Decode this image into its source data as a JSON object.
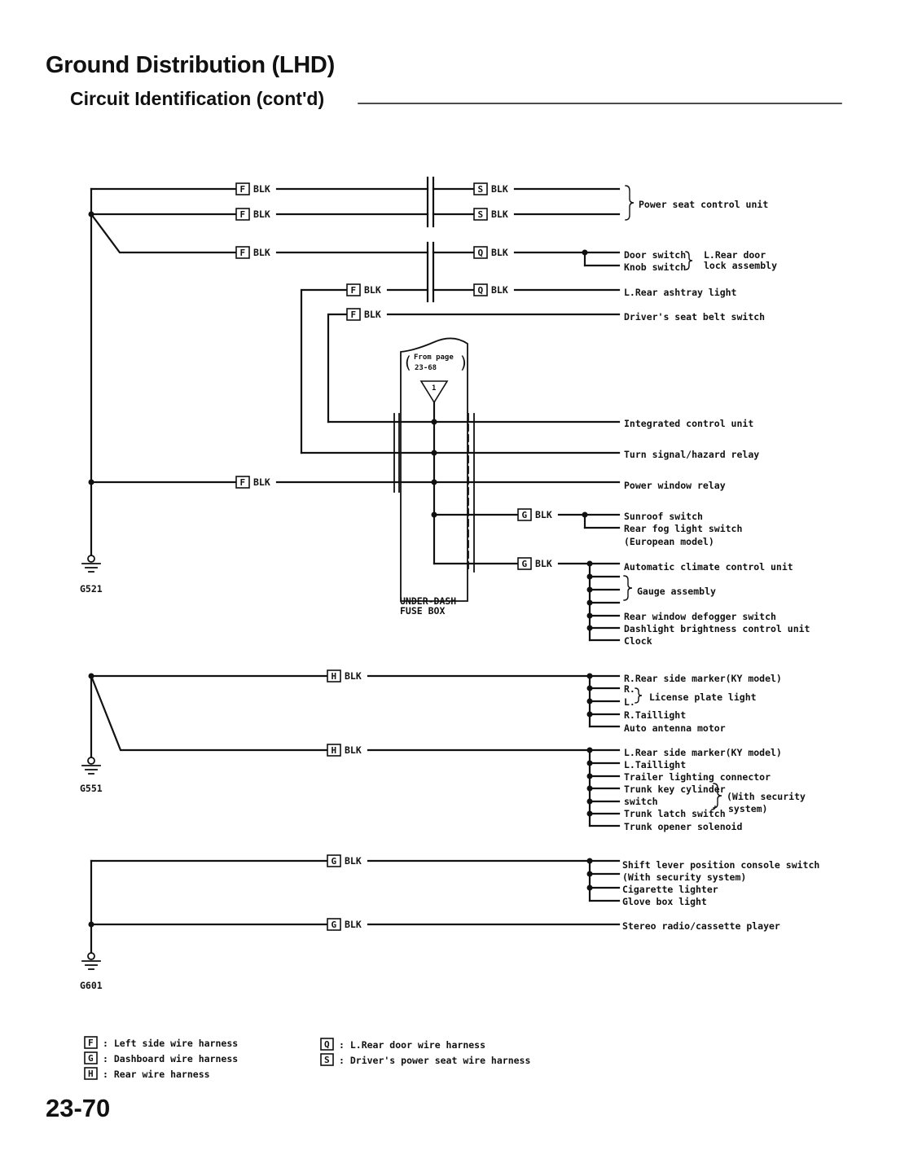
{
  "header": {
    "title": "Ground Distribution (LHD)",
    "subtitle": "Circuit Identification (cont'd)"
  },
  "page_number": "23-70",
  "wire_color": "BLK",
  "grounds": [
    "G521",
    "G551",
    "G601"
  ],
  "fuse_box": {
    "line1": "UNDER-DASH",
    "line2": "FUSE BOX",
    "from_page_label": "From page",
    "from_page_ref": "23-68",
    "ground_marker": "1"
  },
  "components": {
    "power_seat_control_unit": "Power seat control unit",
    "door_switch": "Door switch",
    "knob_switch": "Knob switch",
    "l_rear_door": "L.Rear door",
    "lock_assembly": "lock assembly",
    "l_rear_ashtray_light": "L.Rear ashtray light",
    "drivers_seat_belt_switch": "Driver's seat belt switch",
    "integrated_control_unit": "Integrated control unit",
    "turn_signal_hazard_relay": "Turn signal/hazard relay",
    "power_window_relay": "Power window relay",
    "sunroof_switch": "Sunroof switch",
    "rear_fog_light_switch": "Rear fog light switch",
    "european_model": "(European model)",
    "automatic_climate_control_unit": "Automatic climate control unit",
    "gauge_assembly": "Gauge assembly",
    "rear_window_defogger_switch": "Rear window defogger switch",
    "dashlight_brightness_control_unit": "Dashlight brightness control unit",
    "clock": "Clock",
    "r_rear_side_marker": "R.Rear side marker(KY model)",
    "r_short": "R.",
    "l_short": "L.",
    "license_plate_light": "License plate light",
    "r_taillight": "R.Taillight",
    "auto_antenna_motor": "Auto antenna motor",
    "l_rear_side_marker": "L.Rear side marker(KY model)",
    "l_taillight": "L.Taillight",
    "trailer_lighting_connector": "Trailer lighting connector",
    "trunk_key_cylinder": "Trunk key cylinder",
    "switch_word": "switch",
    "trunk_latch_switch": "Trunk latch switch",
    "with_security": "(With security",
    "system_close": "system)",
    "trunk_opener_solenoid": "Trunk opener solenoid",
    "shift_lever_position_console_switch": "Shift lever position console switch",
    "with_security_system": "(With security system)",
    "cigarette_lighter": "Cigarette lighter",
    "glove_box_light": "Glove box light",
    "stereo_radio_cassette_player": "Stereo radio/cassette player"
  },
  "connectors": {
    "F": "F",
    "S": "S",
    "Q": "Q",
    "G": "G",
    "H": "H"
  },
  "legend": [
    {
      "code": "F",
      "text": ": Left side wire harness"
    },
    {
      "code": "G",
      "text": ": Dashboard wire harness"
    },
    {
      "code": "H",
      "text": ": Rear wire harness"
    },
    {
      "code": "Q",
      "text": ": L.Rear door wire harness"
    },
    {
      "code": "S",
      "text": ": Driver's power seat wire harness"
    }
  ]
}
